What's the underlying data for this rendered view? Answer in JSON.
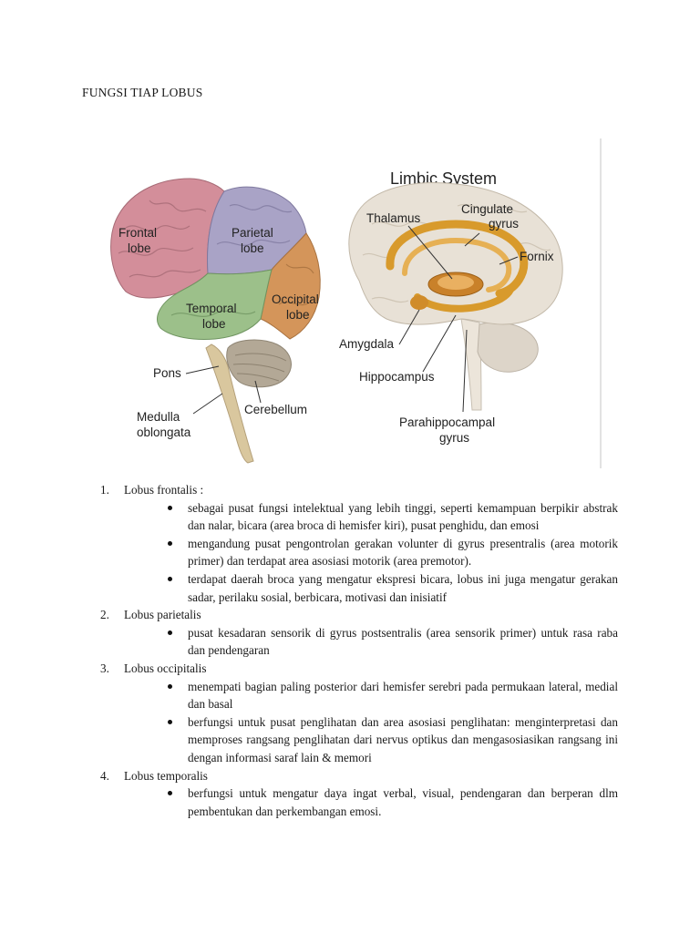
{
  "document": {
    "title": "FUNGSI TIAP LOBUS"
  },
  "figure": {
    "left_brain_labels": {
      "frontal": [
        "Frontal",
        "lobe"
      ],
      "parietal": [
        "Parietal",
        "lobe"
      ],
      "temporal": [
        "Temporal",
        "lobe"
      ],
      "occipital": [
        "Occipital",
        "lobe"
      ],
      "pons": "Pons",
      "cerebellum": "Cerebellum",
      "medulla": [
        "Medulla",
        "oblongata"
      ]
    },
    "limbic": {
      "title": "Limbic System",
      "thalamus": "Thalamus",
      "cingulate": [
        "Cingulate",
        "gyrus"
      ],
      "fornix": "Fornix",
      "amygdala": "Amygdala",
      "hippocampus": "Hippocampus",
      "parahippocampal": [
        "Parahippocampal",
        "gyrus"
      ]
    },
    "colors": {
      "frontal": "#d38e9a",
      "parietal": "#a9a3c6",
      "temporal": "#9cc08a",
      "occipital": "#d4955a",
      "limbic": "#d89a2c",
      "brain_gray": "#e8e1d6"
    }
  },
  "sections": [
    {
      "number": "1.",
      "heading": "Lobus frontalis :",
      "points": [
        "sebagai pusat fungsi intelektual yang lebih tinggi, seperti kemampuan berpikir abstrak dan nalar, bicara (area broca di hemisfer kiri), pusat penghidu, dan emosi",
        "mengandung pusat pengontrolan gerakan volunter di gyrus presentralis (area motorik primer) dan terdapat area asosiasi motorik (area premotor).",
        "terdapat daerah broca yang mengatur ekspresi bicara, lobus ini juga mengatur gerakan sadar, perilaku sosial, berbicara, motivasi dan inisiatif"
      ]
    },
    {
      "number": "2.",
      "heading": "Lobus parietalis",
      "points": [
        "pusat kesadaran sensorik di gyrus postsentralis (area sensorik primer) untuk rasa raba dan pendengaran"
      ]
    },
    {
      "number": "3.",
      "heading": "Lobus occipitalis",
      "points": [
        "menempati bagian paling posterior dari hemisfer serebri pada permukaan lateral, medial dan basal",
        "berfungsi untuk pusat penglihatan dan area asosiasi penglihatan: menginterpretasi dan memproses rangsang penglihatan dari nervus optikus dan mengasosiasikan rangsang ini dengan informasi saraf lain & memori"
      ]
    },
    {
      "number": "4.",
      "heading": "Lobus temporalis",
      "points": [
        "berfungsi untuk mengatur daya ingat verbal, visual, pendengaran dan berperan dlm pembentukan dan perkembangan emosi."
      ]
    }
  ]
}
